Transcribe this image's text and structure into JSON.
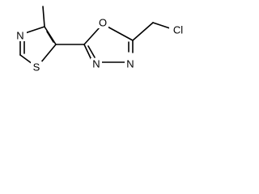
{
  "molecule": {
    "atoms": {
      "methyl_carbon": "",
      "thiazole_nitrogen": "N",
      "thiazole_sulfur": "S",
      "oxadiazole_oxygen": "O",
      "oxadiazole_nitrogen_left": "N",
      "oxadiazole_nitrogen_right": "N",
      "chlorine": "Cl"
    },
    "colors": {
      "bonds": "#000000",
      "labels": "#000000",
      "background": "#ffffff"
    }
  }
}
